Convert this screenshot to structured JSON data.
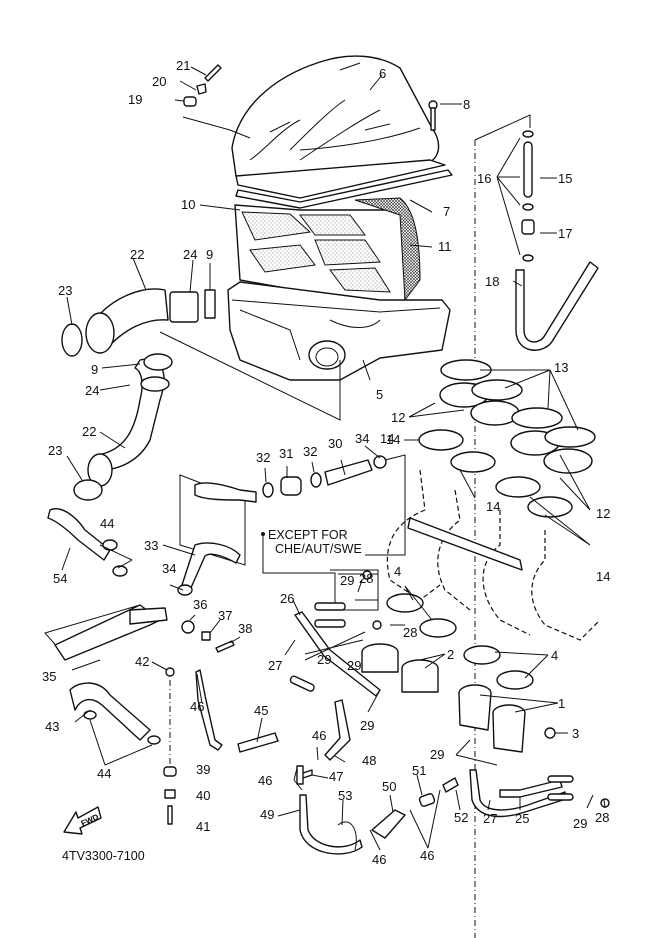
{
  "diagram": {
    "type": "exploded-parts-diagram",
    "subject": "Intake / air filter assembly",
    "drawing_code": "4TV3300-7100",
    "note": {
      "line1": "EXCEPT FOR",
      "line2": "CHE/AUT/SWE"
    },
    "fwd_label": "FWD",
    "callouts": [
      {
        "id": "c1",
        "ref": "1"
      },
      {
        "id": "c2",
        "ref": "2"
      },
      {
        "id": "c3",
        "ref": "3"
      },
      {
        "id": "c4a",
        "ref": "4"
      },
      {
        "id": "c4b",
        "ref": "4"
      },
      {
        "id": "c5",
        "ref": "5"
      },
      {
        "id": "c6",
        "ref": "6"
      },
      {
        "id": "c7",
        "ref": "7"
      },
      {
        "id": "c8",
        "ref": "8"
      },
      {
        "id": "c9a",
        "ref": "9"
      },
      {
        "id": "c9b",
        "ref": "9"
      },
      {
        "id": "c10",
        "ref": "10"
      },
      {
        "id": "c11",
        "ref": "11"
      },
      {
        "id": "c12a",
        "ref": "12"
      },
      {
        "id": "c12b",
        "ref": "12"
      },
      {
        "id": "c13",
        "ref": "13"
      },
      {
        "id": "c14a",
        "ref": "14"
      },
      {
        "id": "c14b",
        "ref": "14"
      },
      {
        "id": "c14c",
        "ref": "14"
      },
      {
        "id": "c15",
        "ref": "15"
      },
      {
        "id": "c16",
        "ref": "16"
      },
      {
        "id": "c17",
        "ref": "17"
      },
      {
        "id": "c18",
        "ref": "18"
      },
      {
        "id": "c19",
        "ref": "19"
      },
      {
        "id": "c20",
        "ref": "20"
      },
      {
        "id": "c21",
        "ref": "21"
      },
      {
        "id": "c22a",
        "ref": "22"
      },
      {
        "id": "c22b",
        "ref": "22"
      },
      {
        "id": "c23a",
        "ref": "23"
      },
      {
        "id": "c23b",
        "ref": "23"
      },
      {
        "id": "c24a",
        "ref": "24"
      },
      {
        "id": "c24b",
        "ref": "24"
      },
      {
        "id": "c25",
        "ref": "25"
      },
      {
        "id": "c26",
        "ref": "26"
      },
      {
        "id": "c27a",
        "ref": "27"
      },
      {
        "id": "c27b",
        "ref": "27"
      },
      {
        "id": "c28a",
        "ref": "28"
      },
      {
        "id": "c28b",
        "ref": "28"
      },
      {
        "id": "c28c",
        "ref": "28"
      },
      {
        "id": "c29a",
        "ref": "29"
      },
      {
        "id": "c29b",
        "ref": "29"
      },
      {
        "id": "c29c",
        "ref": "29"
      },
      {
        "id": "c29d",
        "ref": "29"
      },
      {
        "id": "c29e",
        "ref": "29"
      },
      {
        "id": "c29f",
        "ref": "29"
      },
      {
        "id": "c30",
        "ref": "30"
      },
      {
        "id": "c31",
        "ref": "31"
      },
      {
        "id": "c32a",
        "ref": "32"
      },
      {
        "id": "c32b",
        "ref": "32"
      },
      {
        "id": "c33",
        "ref": "33"
      },
      {
        "id": "c34a",
        "ref": "34"
      },
      {
        "id": "c34b",
        "ref": "34"
      },
      {
        "id": "c35",
        "ref": "35"
      },
      {
        "id": "c36",
        "ref": "36"
      },
      {
        "id": "c37",
        "ref": "37"
      },
      {
        "id": "c38",
        "ref": "38"
      },
      {
        "id": "c39",
        "ref": "39"
      },
      {
        "id": "c40",
        "ref": "40"
      },
      {
        "id": "c41",
        "ref": "41"
      },
      {
        "id": "c42",
        "ref": "42"
      },
      {
        "id": "c43",
        "ref": "43"
      },
      {
        "id": "c44a",
        "ref": "44"
      },
      {
        "id": "c44b",
        "ref": "44"
      },
      {
        "id": "c45",
        "ref": "45"
      },
      {
        "id": "c46a",
        "ref": "46"
      },
      {
        "id": "c46b",
        "ref": "46"
      },
      {
        "id": "c46c",
        "ref": "46"
      },
      {
        "id": "c46d",
        "ref": "46"
      },
      {
        "id": "c46e",
        "ref": "46"
      },
      {
        "id": "c47",
        "ref": "47"
      },
      {
        "id": "c48",
        "ref": "48"
      },
      {
        "id": "c49",
        "ref": "49"
      },
      {
        "id": "c50",
        "ref": "50"
      },
      {
        "id": "c51",
        "ref": "51"
      },
      {
        "id": "c52",
        "ref": "52"
      },
      {
        "id": "c53",
        "ref": "53"
      },
      {
        "id": "c54",
        "ref": "54"
      }
    ]
  }
}
